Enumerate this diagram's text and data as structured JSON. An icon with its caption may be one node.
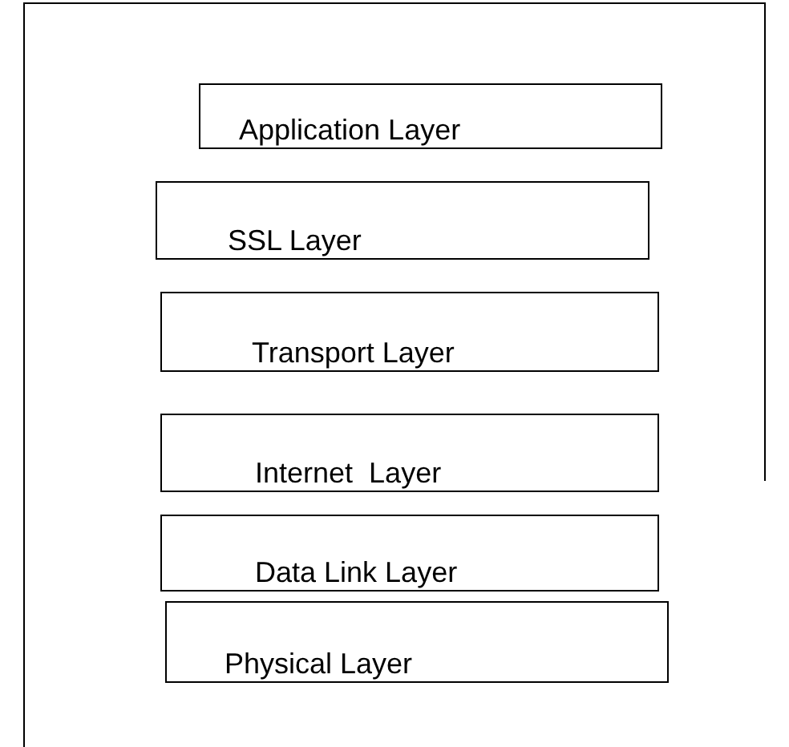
{
  "diagram": {
    "nodes": [
      {
        "text": [
          "Application Layer"
        ]
      },
      {
        "text": [
          "SSL Layer"
        ]
      },
      {
        "text": [
          "Transport Layer"
        ]
      },
      {
        "text": [
          "Internet  Layer"
        ]
      },
      {
        "text": [
          "Data Link Layer"
        ]
      },
      {
        "text": [
          "Physical Layer"
        ]
      }
    ]
  }
}
